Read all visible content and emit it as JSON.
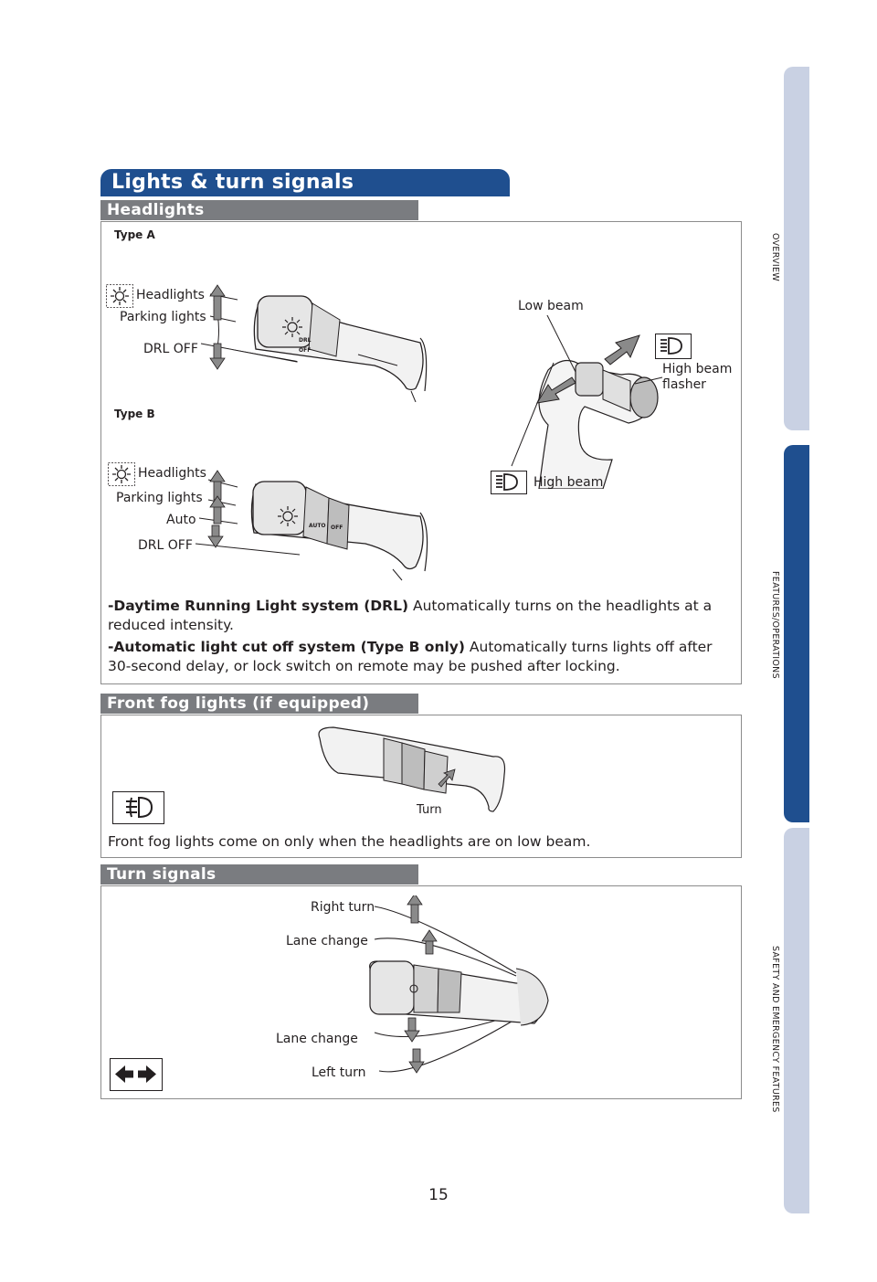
{
  "side_tabs": [
    {
      "label": "OVERVIEW",
      "active": false
    },
    {
      "label": "FEATURES/OPERATIONS",
      "active": true
    },
    {
      "label": "SAFETY AND EMERGENCY FEATURES",
      "active": false
    }
  ],
  "page_title": "Lights & turn signals",
  "headlights": {
    "heading": "Headlights",
    "type_a": {
      "title": "Type A",
      "labels": [
        "Headlights",
        "Parking lights",
        "DRL OFF"
      ]
    },
    "type_b": {
      "title": "Type B",
      "labels": [
        "Headlights",
        "Parking lights",
        "Auto",
        "DRL OFF"
      ]
    },
    "beam_labels": {
      "low": "Low beam",
      "high_flasher": "High beam flasher",
      "high": "High beam"
    },
    "notes": [
      {
        "bold": "-Daytime Running Light system (DRL)",
        "text": " Automatically turns on the headlights at a reduced intensity."
      },
      {
        "bold": "-Automatic light cut off system (Type B only)",
        "text": " Automatically turns lights off after 30-second delay, or lock switch on remote may be pushed after locking."
      }
    ],
    "lever_marks": [
      "DRL",
      "OFF",
      "AUTO"
    ]
  },
  "fog": {
    "heading": "Front fog lights (if equipped)",
    "turn_label": "Turn",
    "note": "Front fog lights come on only when the headlights are on low beam."
  },
  "turn_signals": {
    "heading": "Turn signals",
    "labels": [
      "Right turn",
      "Lane change",
      "Lane change",
      "Left turn"
    ]
  },
  "page_number": "15",
  "colors": {
    "brand_blue": "#1f4f8f",
    "tab_inactive": "#c9d1e3",
    "section_gray": "#7a7c80",
    "arrow_gray": "#8a8a8a"
  }
}
